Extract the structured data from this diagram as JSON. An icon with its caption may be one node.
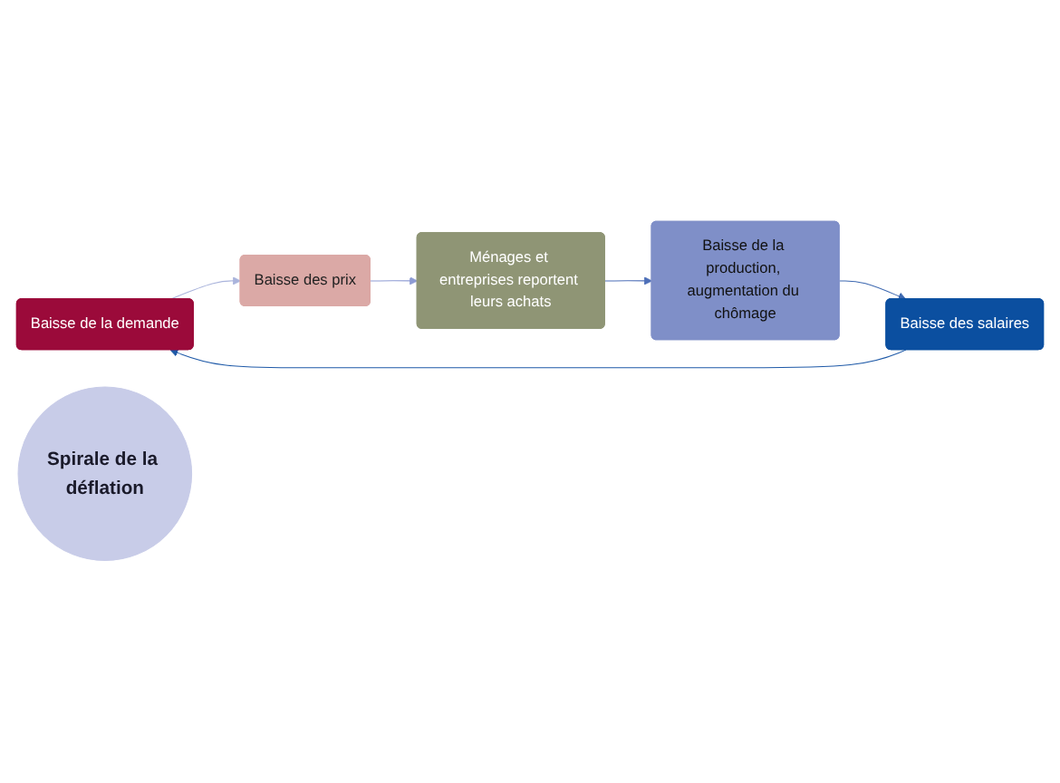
{
  "diagram": {
    "nodes": [
      {
        "text": [
          "Baisse de la demande"
        ]
      },
      {
        "text": [
          "Baisse des prix"
        ]
      },
      {
        "text": [
          "Ménages et entreprises reportent leurs achats"
        ]
      },
      {
        "text": [
          "Baisse de la production, augmentation du chômage"
        ]
      },
      {
        "text": [
          "Baisse des salaires"
        ]
      },
      {
        "text": [
          "Spirale de la déflation"
        ]
      }
    ],
    "edges": [
      {
        "from": 0,
        "to": 1,
        "arrow": "to",
        "color": "#aab4dc"
      },
      {
        "from": 1,
        "to": 2,
        "arrow": "to",
        "color": "#8d9bd3"
      },
      {
        "from": 2,
        "to": 3,
        "arrow": "to",
        "color": "#4d6fb8"
      },
      {
        "from": 3,
        "to": 4,
        "arrow": "to",
        "color": "#3d68b0"
      },
      {
        "from": 4,
        "to": 0,
        "arrow": "to",
        "color": "#1f5aa8"
      }
    ]
  }
}
